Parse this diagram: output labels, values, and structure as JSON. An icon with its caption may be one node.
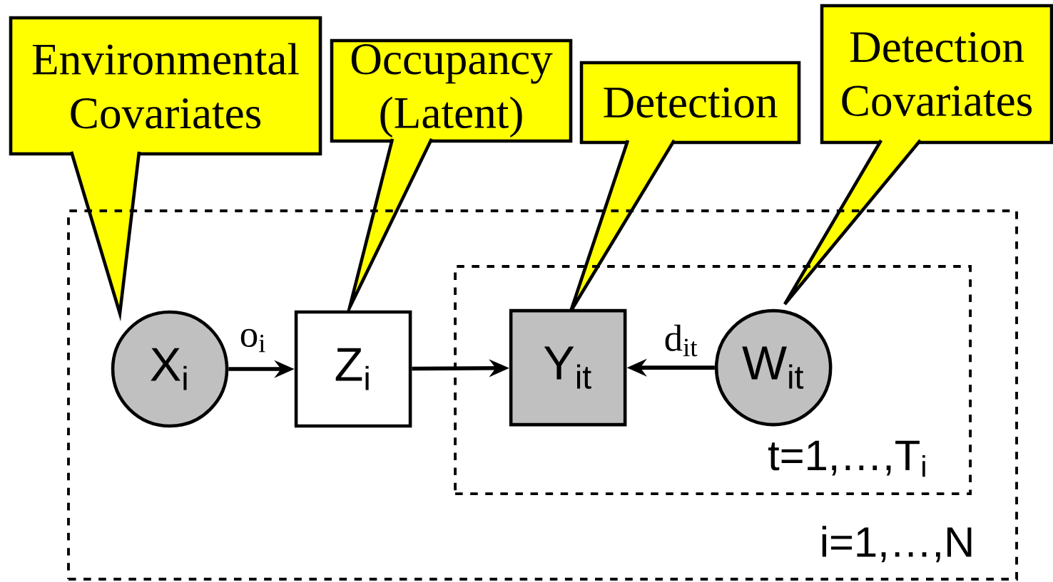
{
  "diagram": {
    "nodes": [
      {
        "text": [
          "Environmental Covariates"
        ]
      },
      {
        "text": [
          "Occupancy (Latent)"
        ]
      },
      {
        "text": [
          "Detection"
        ]
      },
      {
        "text": [
          "Detection Covariates"
        ]
      },
      {
        "text": [
          "i=1,…,N"
        ]
      },
      {
        "text": [
          "t=1,…,T$_{i}$"
        ],
        "in": 4
      },
      {
        "text": [
          "X$_{i}$"
        ],
        "in": 4
      },
      {
        "text": [
          "Z$_{i}$"
        ],
        "in": 4
      },
      {
        "text": [
          "Y$_{it}$"
        ],
        "in": 5
      },
      {
        "text": [
          "W$_{it}$"
        ],
        "in": 5
      }
    ],
    "edges": [
      {
        "from": 6,
        "to": 7,
        "arrow": "to",
        "label": "o$_{i}$"
      },
      {
        "from": 7,
        "to": 8,
        "arrow": "to"
      },
      {
        "from": 9,
        "to": 8,
        "arrow": "to",
        "label": "d$_{it}$"
      }
    ]
  }
}
